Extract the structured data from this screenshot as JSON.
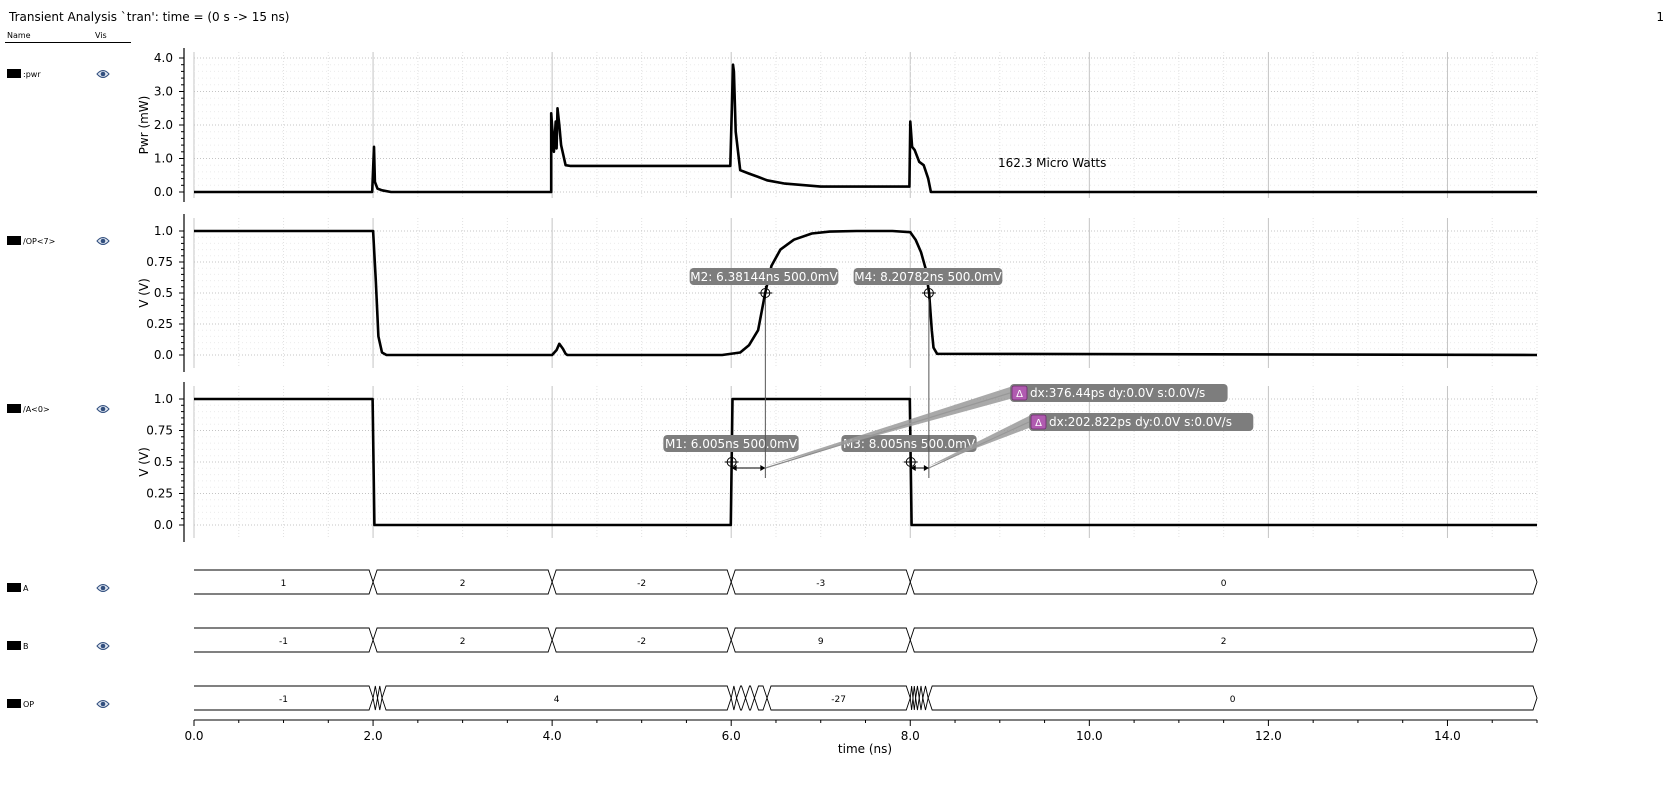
{
  "window": {
    "title": "Transient Analysis `tran': time = (0 s -> 15 ns)",
    "page_number": "1"
  },
  "signal_list": {
    "name_header": "Name",
    "vis_header": "Vis",
    "signals": [
      {
        "name": ":pwr"
      },
      {
        "name": "/OP<7>"
      },
      {
        "name": "/A<0>"
      },
      {
        "name": "A"
      },
      {
        "name": "B"
      },
      {
        "name": "OP"
      }
    ]
  },
  "chart_data": [
    {
      "type": "line",
      "signal": ":pwr",
      "ylabel": "Pwr (mW)",
      "ylim": [
        0,
        4.0
      ],
      "yticks": [
        "0.0",
        "1.0",
        "2.0",
        "3.0",
        "4.0"
      ],
      "series": [
        {
          "x": [
            0,
            1.99,
            2.01,
            2.02,
            2.05,
            2.1,
            2.2,
            2.5,
            3.99,
            3.99,
            4.02,
            4.04,
            4.05,
            4.06,
            4.08,
            4.1,
            4.15,
            4.2,
            4.5,
            5.99,
            5.99,
            6.02,
            6.03,
            6.05,
            6.1,
            6.2,
            6.3,
            6.4,
            6.6,
            7.0,
            7.5,
            7.99,
            8.0,
            8.02,
            8.05,
            8.1,
            8.15,
            8.2,
            8.23,
            15.0
          ],
          "y": [
            0,
            0,
            1.35,
            0.3,
            0.1,
            0.05,
            0,
            0,
            0,
            2.35,
            1.2,
            2.1,
            1.3,
            2.5,
            2.0,
            1.4,
            0.8,
            0.78,
            0.78,
            0.78,
            0.78,
            3.8,
            3.6,
            1.8,
            0.65,
            0.55,
            0.45,
            0.35,
            0.25,
            0.16,
            0.16,
            0.16,
            2.1,
            1.35,
            1.25,
            0.9,
            0.8,
            0.4,
            0,
            0
          ]
        }
      ],
      "annotation": "162.3 Micro Watts"
    },
    {
      "type": "line",
      "signal": "/OP<7>",
      "ylabel": "V (V)",
      "ylim": [
        0,
        1.0
      ],
      "yticks": [
        "0.0",
        "0.25",
        "0.5",
        "0.75",
        "1.0"
      ],
      "series": [
        {
          "x": [
            0,
            2.0,
            2.03,
            2.06,
            2.1,
            2.15,
            4.0,
            4.05,
            4.08,
            4.12,
            4.15,
            4.17,
            5.9,
            6.1,
            6.2,
            6.3,
            6.38,
            6.45,
            6.55,
            6.7,
            6.9,
            7.1,
            7.4,
            7.8,
            8.0,
            8.06,
            8.12,
            8.17,
            8.21,
            8.24,
            8.26,
            8.3,
            15.0
          ],
          "y": [
            1.0,
            1.0,
            0.6,
            0.15,
            0.02,
            0,
            0,
            0.04,
            0.09,
            0.05,
            0.01,
            0,
            0,
            0.02,
            0.08,
            0.2,
            0.5,
            0.72,
            0.85,
            0.93,
            0.98,
            0.995,
            1.0,
            1.0,
            0.99,
            0.93,
            0.83,
            0.7,
            0.5,
            0.2,
            0.06,
            0.01,
            0
          ]
        }
      ],
      "markers": [
        {
          "label": "M2: 6.38144ns 500.0mV",
          "x": 6.38144,
          "y": 0.5
        },
        {
          "label": "M4: 8.20782ns 500.0mV",
          "x": 8.20782,
          "y": 0.5
        }
      ]
    },
    {
      "type": "line",
      "signal": "/A<0>",
      "ylabel": "V (V)",
      "ylim": [
        0,
        1.0
      ],
      "yticks": [
        "0.0",
        "0.25",
        "0.5",
        "0.75",
        "1.0"
      ],
      "series": [
        {
          "x": [
            0,
            1.995,
            2.015,
            5.995,
            6.015,
            7.995,
            8.015,
            15.0
          ],
          "y": [
            1.0,
            1.0,
            0,
            0,
            1.0,
            1.0,
            0,
            0
          ]
        }
      ],
      "markers": [
        {
          "label": "M1: 6.005ns 500.0mV",
          "x": 6.005,
          "y": 0.5
        },
        {
          "label": "M3: 8.005ns 500.0mV",
          "x": 8.005,
          "y": 0.5
        }
      ],
      "deltas": [
        {
          "label": "dx:376.44ps dy:0.0V s:0.0V/s",
          "from": 6.005,
          "to": 6.38144
        },
        {
          "label": "dx:202.822ps dy:0.0V s:0.0V/s",
          "from": 8.005,
          "to": 8.20782
        }
      ]
    },
    {
      "type": "bus",
      "signal": "A",
      "segments": [
        {
          "start": 0,
          "end": 2.0,
          "value": "1"
        },
        {
          "start": 2.0,
          "end": 4.0,
          "value": "2"
        },
        {
          "start": 4.0,
          "end": 6.0,
          "value": "-2"
        },
        {
          "start": 6.0,
          "end": 8.0,
          "value": "-3"
        },
        {
          "start": 8.0,
          "end": 15.0,
          "value": "0"
        }
      ]
    },
    {
      "type": "bus",
      "signal": "B",
      "segments": [
        {
          "start": 0,
          "end": 2.0,
          "value": "-1"
        },
        {
          "start": 2.0,
          "end": 4.0,
          "value": "2"
        },
        {
          "start": 4.0,
          "end": 6.0,
          "value": "-2"
        },
        {
          "start": 6.0,
          "end": 8.0,
          "value": "9"
        },
        {
          "start": 8.0,
          "end": 15.0,
          "value": "2"
        }
      ]
    },
    {
      "type": "bus",
      "signal": "OP",
      "segments": [
        {
          "start": 0,
          "end": 2.0,
          "value": "-1"
        },
        {
          "start": 2.0,
          "end": 2.05,
          "value": ""
        },
        {
          "start": 2.05,
          "end": 2.1,
          "value": ""
        },
        {
          "start": 2.1,
          "end": 6.0,
          "value": "4"
        },
        {
          "start": 6.0,
          "end": 6.06,
          "value": ""
        },
        {
          "start": 6.06,
          "end": 6.16,
          "value": ""
        },
        {
          "start": 6.16,
          "end": 6.26,
          "value": ""
        },
        {
          "start": 6.26,
          "end": 6.4,
          "value": ""
        },
        {
          "start": 6.4,
          "end": 8.0,
          "value": "-27"
        },
        {
          "start": 8.0,
          "end": 8.03,
          "value": ""
        },
        {
          "start": 8.03,
          "end": 8.06,
          "value": ""
        },
        {
          "start": 8.06,
          "end": 8.1,
          "value": ""
        },
        {
          "start": 8.1,
          "end": 8.14,
          "value": ""
        },
        {
          "start": 8.14,
          "end": 8.2,
          "value": ""
        },
        {
          "start": 8.2,
          "end": 15.0,
          "value": "0"
        }
      ]
    }
  ],
  "x_axis": {
    "xlabel": "time (ns)",
    "xlim": [
      0,
      15.0
    ],
    "xticks": [
      "0.0",
      "2.0",
      "4.0",
      "6.0",
      "8.0",
      "10.0",
      "12.0",
      "14.0"
    ]
  },
  "colors": {
    "trace": "#000000",
    "grid": "#cccccc",
    "marker_label_bg": "#7d7d7d",
    "delta_icon_bg": "#b05bb0",
    "delta_line": "#8a8a8a"
  }
}
